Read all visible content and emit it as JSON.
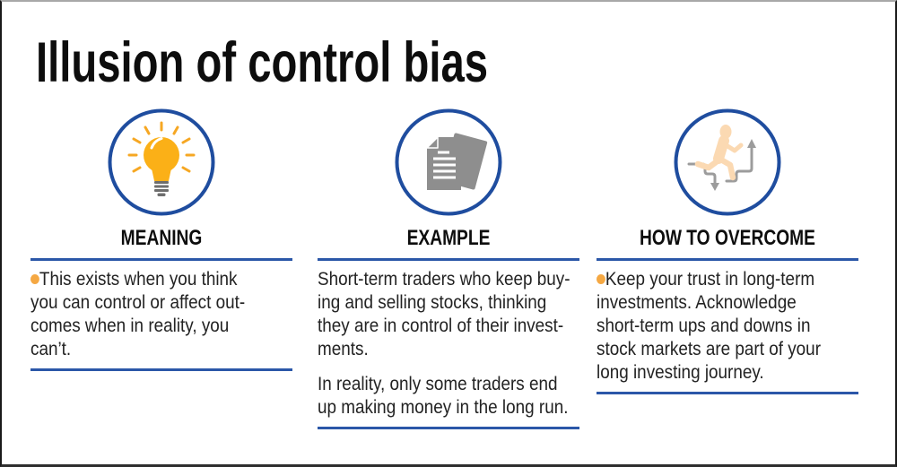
{
  "page": {
    "title": "Illusion of control bias"
  },
  "colors": {
    "accent_blue": "#2b57a8",
    "circle_blue": "#1f4d9f",
    "bullet_orange": "#f5a843",
    "bulb_yellow": "#fbb017",
    "ray_orange": "#f6a723",
    "doc_gray": "#8e8e8e",
    "runner_peach": "#fbd9b2",
    "arrow_gray": "#9c9c9c",
    "text_black": "#232323"
  },
  "columns": [
    {
      "heading": "MEANING",
      "icon": "lightbulb-icon",
      "has_bullet": true,
      "paragraphs": [
        [
          "This exists when you think",
          "you can control or affect out-",
          "comes when in reality, you",
          "can’t."
        ]
      ]
    },
    {
      "heading": "EXAMPLE",
      "icon": "documents-icon",
      "has_bullet": false,
      "paragraphs": [
        [
          "Short-term traders who keep buy-",
          "ing and selling stocks, thinking",
          "they are in control of their invest-",
          "ments."
        ],
        [
          "In reality, only some traders end",
          "up making money in the long run."
        ]
      ]
    },
    {
      "heading": "HOW TO OVERCOME",
      "icon": "running-person-icon",
      "has_bullet": true,
      "paragraphs": [
        [
          "Keep your trust in long-term",
          "investments. Acknowledge",
          "short-term ups and downs in",
          "stock markets are part of your",
          "long investing journey."
        ]
      ]
    }
  ]
}
